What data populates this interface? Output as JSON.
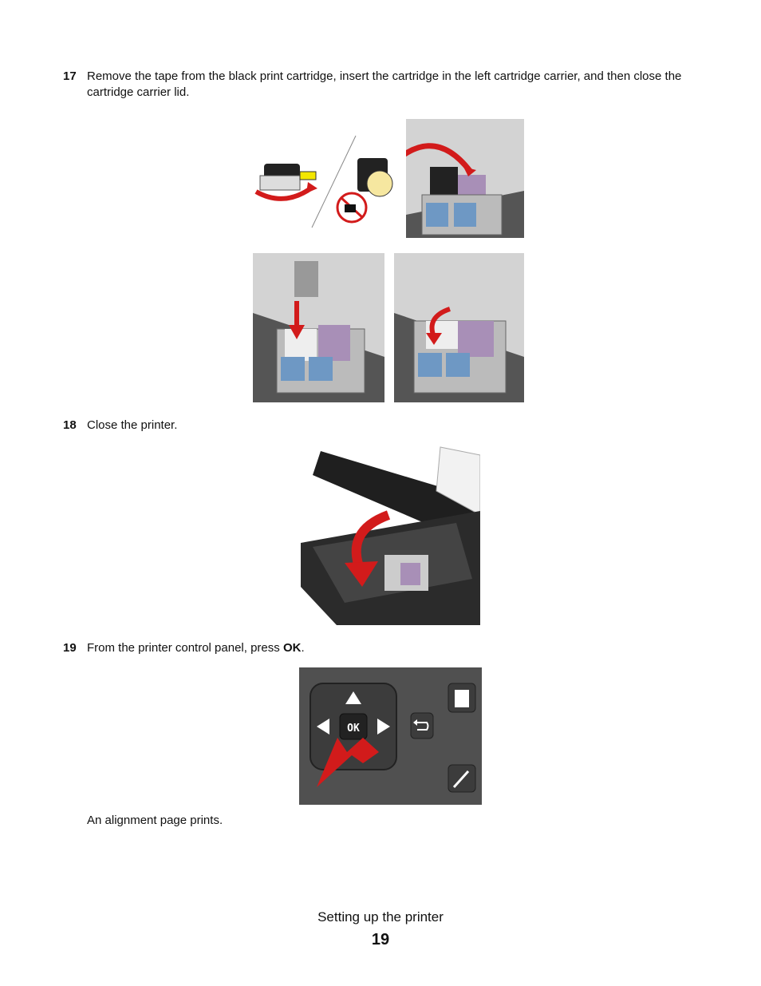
{
  "steps": [
    {
      "number": "17",
      "text": "Remove the tape from the black print cartridge, insert the cartridge in the left cartridge carrier, and then close the cartridge carrier lid."
    },
    {
      "number": "18",
      "text": "Close the printer."
    },
    {
      "number": "19",
      "text_before": "From the printer control panel, press ",
      "button_name": "OK",
      "text_after": "."
    }
  ],
  "panel": {
    "ok_label": "OK"
  },
  "result_note": "An alignment page prints.",
  "footer": {
    "section_title": "Setting up the printer",
    "page_number": "19"
  }
}
